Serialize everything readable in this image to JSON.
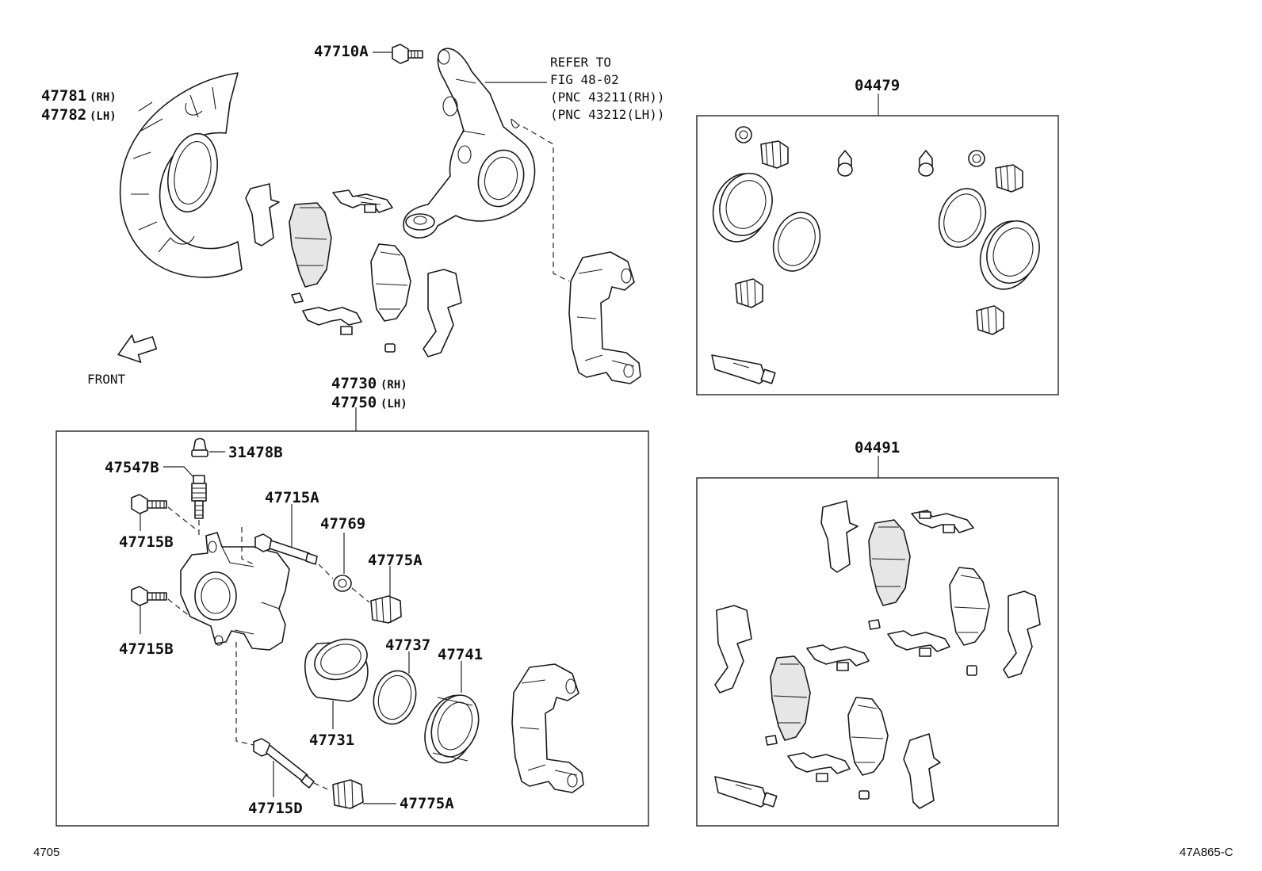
{
  "labels": {
    "shield_rh": "47781",
    "shield_rh_side": "(RH)",
    "shield_lh": "47782",
    "shield_lh_side": "(LH)",
    "knuckle_bolt": "47710A",
    "refer_line1": "REFER TO",
    "refer_line2": "FIG 48-02",
    "refer_line3": "(PNC 43211(RH))",
    "refer_line4": "(PNC 43212(LH))",
    "front": "FRONT",
    "caliper_rh": "47730",
    "caliper_rh_side": "(RH)",
    "caliper_lh": "47750",
    "caliper_lh_side": "(LH)",
    "cap": "31478B",
    "bleeder": "47547B",
    "bolt_upper": "47715B",
    "bolt_lower": "47715B",
    "pin_upper": "47715A",
    "bushing": "47769",
    "boot_upper": "47775A",
    "ring": "47737",
    "seal": "47741",
    "piston": "47731",
    "pin_lower": "47715D",
    "boot_lower": "47775A",
    "kit_seal": "04479",
    "kit_pad": "04491",
    "footer_left": "4705",
    "footer_right": "47A865-C"
  }
}
